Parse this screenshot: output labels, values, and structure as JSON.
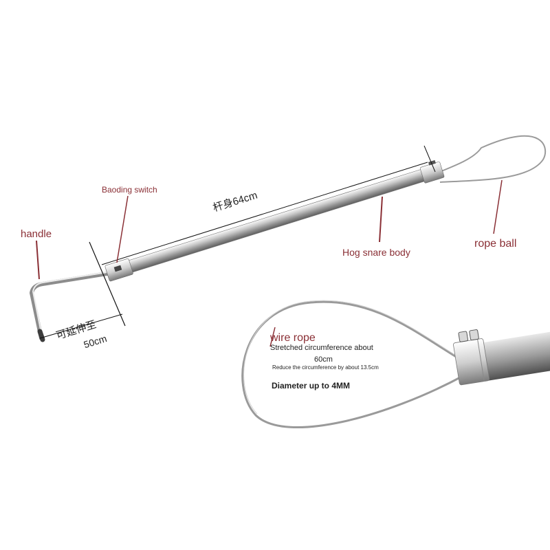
{
  "labels": {
    "handle": "handle",
    "baoding_switch": "Baoding switch",
    "body_length": "杆身64cm",
    "hog_snare_body": "Hog snare body",
    "rope_ball": "rope ball",
    "extend_to": "可延伸至",
    "extend_length": "50cm",
    "wire_rope": "wire rope",
    "stretched": "Stretched circumference about",
    "circumference": "60cm",
    "reduce": "Reduce the circumference by about 13.5cm",
    "diameter": "Diameter up to 4MM"
  },
  "colors": {
    "label_maroon": "#8a2f35",
    "label_dark": "#222222",
    "steel_light": "#f2f2f2",
    "steel_dark": "#6f6f6f",
    "wire": "#9a9a9a"
  }
}
